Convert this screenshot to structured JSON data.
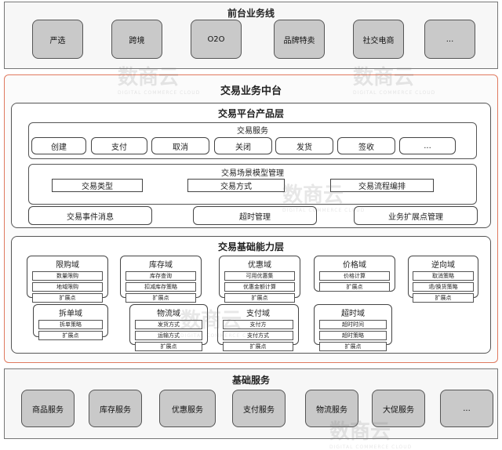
{
  "frontend": {
    "title": "前台业务线",
    "items": [
      "严选",
      "跨境",
      "O2O",
      "品牌特卖",
      "社交电商",
      "..."
    ]
  },
  "middle": {
    "title": "交易业务中台",
    "product_layer": {
      "title": "交易平台产品层",
      "services": {
        "title": "交易服务",
        "items": [
          "创建",
          "支付",
          "取消",
          "关闭",
          "发货",
          "签收",
          "..."
        ]
      },
      "scene": {
        "title": "交易场景模型管理",
        "items": [
          "交易类型",
          "交易方式",
          "交易流程编排"
        ]
      },
      "bottom": [
        "交易事件消息",
        "超时管理",
        "业务扩展点管理"
      ]
    },
    "capability_layer": {
      "title": "交易基础能力层",
      "domains": [
        {
          "title": "限购域",
          "items": [
            "数量限购",
            "地域限购",
            "扩展点"
          ]
        },
        {
          "title": "库存域",
          "items": [
            "库存查询",
            "扣减库存策略",
            "扩展点"
          ]
        },
        {
          "title": "优惠域",
          "items": [
            "可用优惠集",
            "优惠金额计算",
            "扩展点"
          ]
        },
        {
          "title": "价格域",
          "items": [
            "价格计算",
            "扩展点"
          ]
        },
        {
          "title": "逆向域",
          "items": [
            "取消策略",
            "退/换货策略",
            "扩展点"
          ]
        },
        {
          "title": "拆单域",
          "items": [
            "拆单策略",
            "扩展点"
          ]
        },
        {
          "title": "物流域",
          "items": [
            "发货方式",
            "运输方式",
            "扩展点"
          ]
        },
        {
          "title": "支付域",
          "items": [
            "支付方",
            "支付方式",
            "扩展点"
          ]
        },
        {
          "title": "超时域",
          "items": [
            "超时时间",
            "超时策略",
            "扩展点"
          ]
        }
      ]
    }
  },
  "base": {
    "title": "基础服务",
    "items": [
      "商品服务",
      "库存服务",
      "优惠服务",
      "支付服务",
      "物流服务",
      "大促服务",
      "..."
    ]
  },
  "watermark": {
    "name": "数商云",
    "sub": "DIGITAL COMMERCE CLOUD"
  },
  "colors": {
    "middle_border": "#e07a5f",
    "button_fill": "#c9c9c9"
  }
}
